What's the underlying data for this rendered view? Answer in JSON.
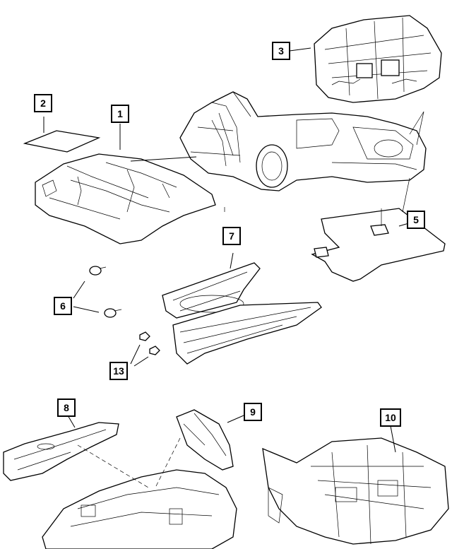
{
  "callouts": {
    "c1": "1",
    "c2": "2",
    "c3": "3",
    "c5": "5",
    "c6": "6",
    "c7": "7",
    "c8": "8",
    "c9": "9",
    "c10": "10",
    "c13": "13"
  }
}
